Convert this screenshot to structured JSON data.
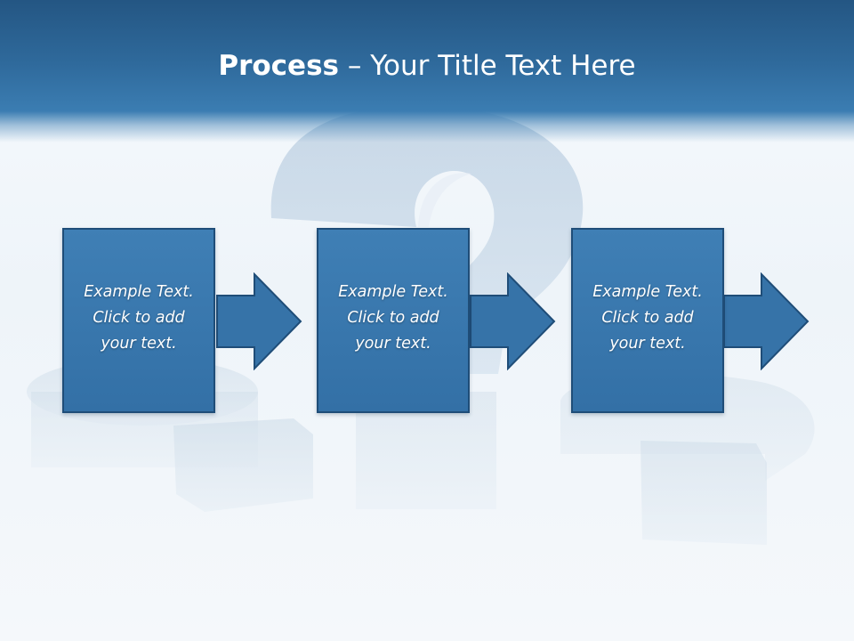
{
  "slide": {
    "title_bold": "Process",
    "title_rest": " – Your Title Text Here"
  },
  "steps": [
    {
      "lines": [
        "Example Text.",
        "Click  to add",
        "your text."
      ]
    },
    {
      "lines": [
        "Example Text.",
        "Click  to add",
        "your text."
      ]
    },
    {
      "lines": [
        "Example Text.",
        "Click  to add",
        "your text."
      ]
    }
  ],
  "colors": {
    "header": "#2f6a9c",
    "box_fill": "#3a78ae",
    "box_border": "#1f4d78",
    "background": "#f4f8fb"
  }
}
